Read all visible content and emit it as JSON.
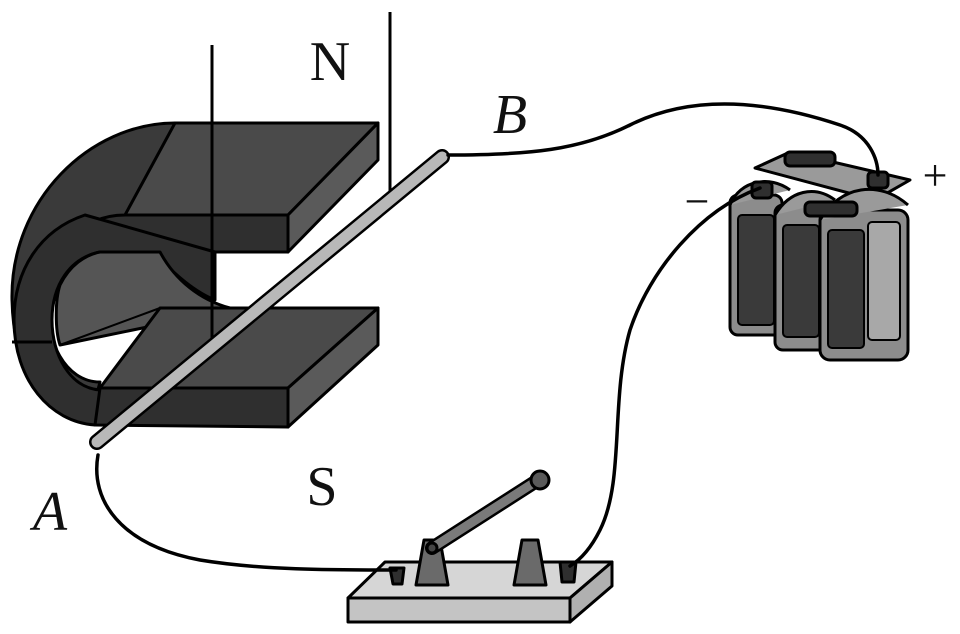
{
  "labels": {
    "north_pole": "N",
    "south_pole": "S",
    "rod_end_a": "A",
    "rod_end_b": "B",
    "battery_positive": "+",
    "battery_negative": "−"
  },
  "colors": {
    "magnet_top": "#4a4a4a",
    "magnet_side": "#2f2f2f",
    "magnet_face": "#6a6a6a",
    "rod": "#b8b8b8",
    "battery_body": "#8c8c8c",
    "battery_cell_dark": "#3a3a3a",
    "switch_base": "#d6d6d6",
    "wire": "#000000"
  }
}
